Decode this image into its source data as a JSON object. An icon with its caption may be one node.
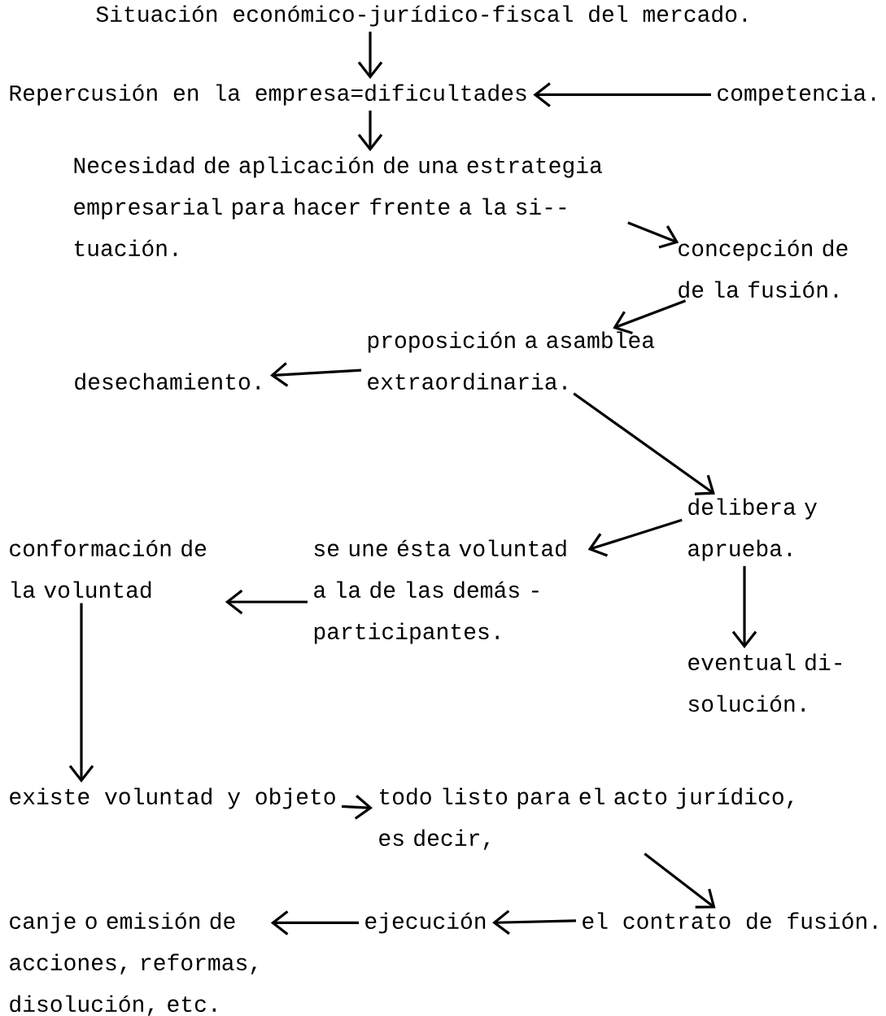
{
  "diagram": {
    "nodes": [
      {
        "text": [
          "Situación económico-jurídico-fiscal del mercado."
        ]
      },
      {
        "text": [
          "Repercusión en la empresa=dificultades"
        ]
      },
      {
        "text": [
          "competencia."
        ]
      },
      {
        "text": [
          "Necesidad de aplicación de una estrategia empresarial para hacer frente a la si-- tuación."
        ]
      },
      {
        "text": [
          "concepción de de la fusión."
        ]
      },
      {
        "text": [
          "proposición a asamblea extraordinaria."
        ]
      },
      {
        "text": [
          "desechamiento."
        ]
      },
      {
        "text": [
          "delibera y aprueba."
        ]
      },
      {
        "text": [
          "se une ésta voluntad a la de las demás - participantes."
        ]
      },
      {
        "text": [
          "conformación de la voluntad"
        ]
      },
      {
        "text": [
          "eventual di- solución."
        ]
      },
      {
        "text": [
          "existe voluntad y objeto"
        ]
      },
      {
        "text": [
          "todo listo para el acto jurídico, es decir,"
        ]
      },
      {
        "text": [
          "el contrato de fusión."
        ]
      },
      {
        "text": [
          "ejecución"
        ]
      },
      {
        "text": [
          "canje o emisión de acciones, reformas, disolución, etc."
        ]
      }
    ],
    "edges": [
      {
        "from": 0,
        "to": 1,
        "arrow": "to"
      },
      {
        "from": 2,
        "to": 1,
        "arrow": "to"
      },
      {
        "from": 1,
        "to": 3,
        "arrow": "to"
      },
      {
        "from": 3,
        "to": 4,
        "arrow": "to"
      },
      {
        "from": 4,
        "to": 5,
        "arrow": "to"
      },
      {
        "from": 5,
        "to": 6,
        "arrow": "to"
      },
      {
        "from": 5,
        "to": 7,
        "arrow": "to"
      },
      {
        "from": 7,
        "to": 8,
        "arrow": "to"
      },
      {
        "from": 8,
        "to": 9,
        "arrow": "to"
      },
      {
        "from": 7,
        "to": 10,
        "arrow": "to"
      },
      {
        "from": 9,
        "to": 11,
        "arrow": "to"
      },
      {
        "from": 11,
        "to": 12,
        "arrow": "to"
      },
      {
        "from": 12,
        "to": 13,
        "arrow": "to"
      },
      {
        "from": 13,
        "to": 14,
        "arrow": "to"
      },
      {
        "from": 14,
        "to": 15,
        "arrow": "to"
      }
    ]
  }
}
